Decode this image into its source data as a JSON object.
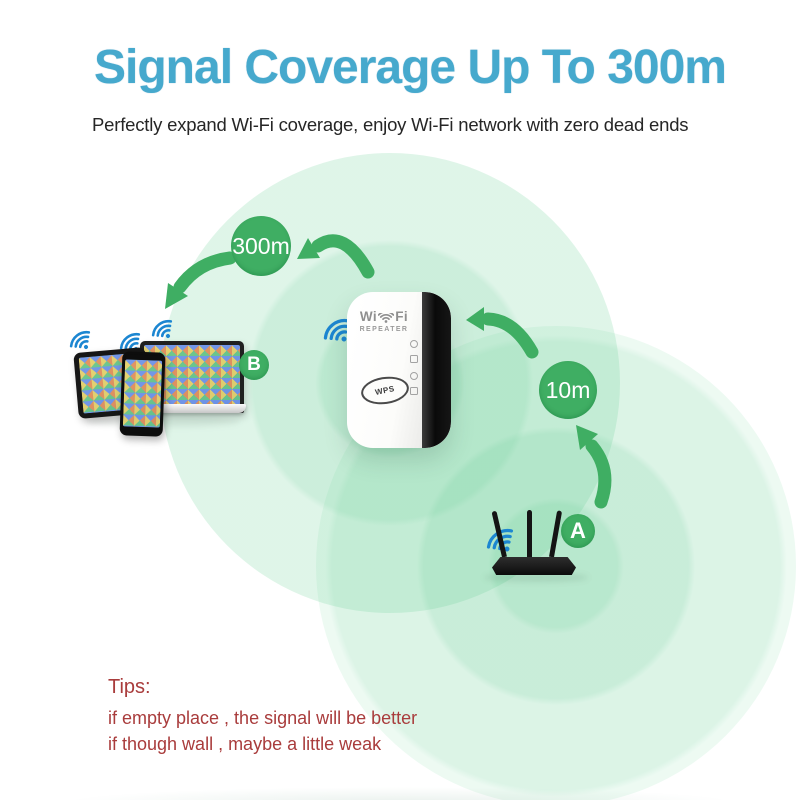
{
  "header": {
    "title": "Signal Coverage Up To 300m",
    "subtitle": "Perfectly expand Wi-Fi coverage, enjoy Wi-Fi network with zero dead ends"
  },
  "diagram": {
    "badges": {
      "range_repeater": "300m",
      "range_router": "10m",
      "router_label": "A",
      "devices_label": "B"
    },
    "repeater": {
      "brand_prefix": "Wi",
      "brand_suffix": "Fi",
      "model": "REPEATER",
      "wps_button": "WPS"
    },
    "icons": {
      "wifi_signal": "wifi-signal-icon",
      "curved_arrow": "curved-arrow-icon"
    }
  },
  "tips": {
    "heading": "Tips:",
    "lines": [
      "if empty place , the signal will be better",
      "if though wall , maybe a little weak"
    ]
  },
  "colors": {
    "title_blue": "#46a9cd",
    "accent_green": "#3fae63",
    "coverage_green_light": "#d9f4e4",
    "wifi_icon_blue": "#1c86d1",
    "tips_red": "#a93c3c",
    "device_black": "#141414"
  }
}
